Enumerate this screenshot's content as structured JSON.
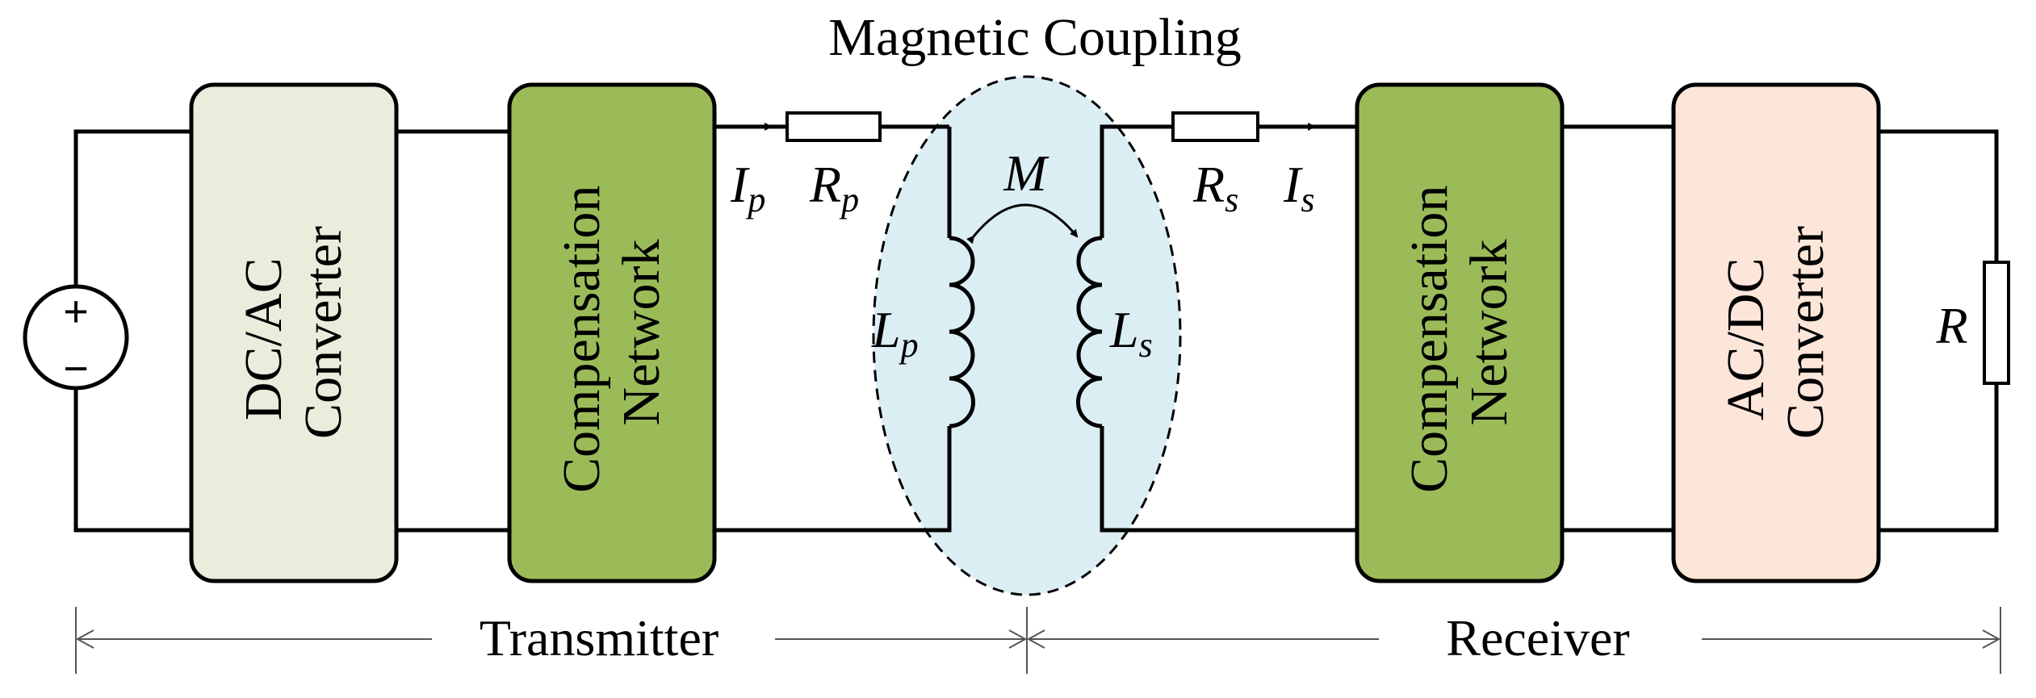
{
  "title": "Magnetic Coupling",
  "blocks": {
    "dcac": {
      "line1": "DC/AC",
      "line2": "Converter",
      "fill": "#e8eedb"
    },
    "comp_tx": {
      "line1": "Compensation",
      "line2": "Network",
      "fill": "#9bbb59"
    },
    "comp_rx": {
      "line1": "Compensation",
      "line2": "Network",
      "fill": "#9bbb59"
    },
    "acdc": {
      "line1": "AC/DC",
      "line2": "Converter",
      "fill": "#fce6d9"
    }
  },
  "coupling_fill": "#dbeef4",
  "symbols": {
    "ip": {
      "base": "I",
      "sub": "p"
    },
    "rp": {
      "base": "R",
      "sub": "p"
    },
    "rs": {
      "base": "R",
      "sub": "s"
    },
    "is": {
      "base": "I",
      "sub": "s"
    },
    "lp": {
      "base": "L",
      "sub": "p"
    },
    "ls": {
      "base": "L",
      "sub": "s"
    },
    "m": "M",
    "r": "R"
  },
  "source": {
    "plus": "+",
    "minus": "−"
  },
  "dimensions": {
    "transmitter": "Transmitter",
    "receiver": "Receiver"
  }
}
